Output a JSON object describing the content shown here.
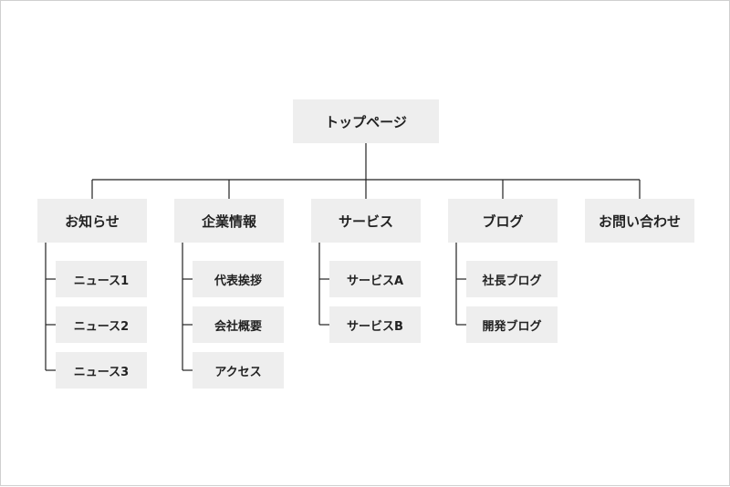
{
  "root": {
    "label": "トップページ"
  },
  "sections": [
    {
      "label": "お知らせ",
      "children": [
        "ニュース1",
        "ニュース2",
        "ニュース3"
      ]
    },
    {
      "label": "企業情報",
      "children": [
        "代表挨拶",
        "会社概要",
        "アクセス"
      ]
    },
    {
      "label": "サービス",
      "children": [
        "サービスA",
        "サービスB"
      ]
    },
    {
      "label": "ブログ",
      "children": [
        "社長ブログ",
        "開発ブログ"
      ]
    },
    {
      "label": "お問い合わせ",
      "children": []
    }
  ],
  "colors": {
    "node_fill": "#eeeeee",
    "line": "#222222",
    "text": "#222222",
    "frame_border": "#d0d0d0"
  }
}
